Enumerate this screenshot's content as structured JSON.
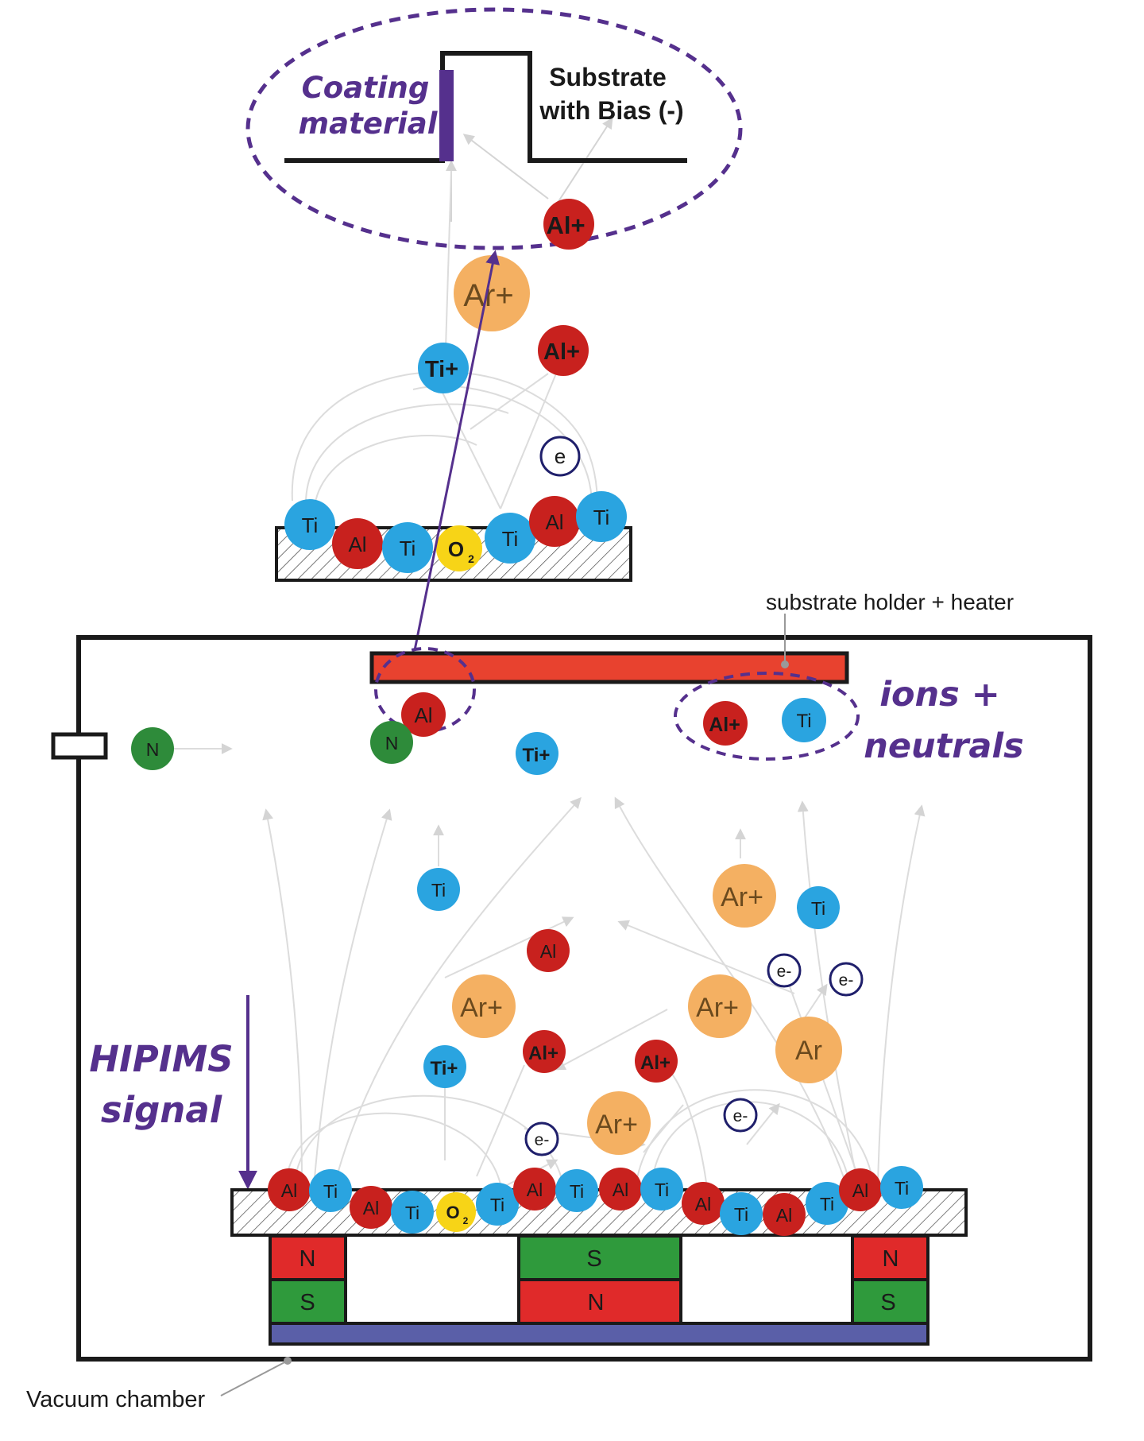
{
  "labels": {
    "coating_material_line1": "Coating",
    "coating_material_line2": "material",
    "substrate_line1": "Substrate",
    "substrate_line2": "with Bias (-)",
    "substrate_holder": "substrate holder + heater",
    "ions_line1": "ions +",
    "ions_line2": "neutrals",
    "hipims_line1": "HIPIMS",
    "hipims_line2": "signal",
    "vacuum_chamber": "Vacuum chamber"
  },
  "colors": {
    "accent_purple": "#55308d",
    "al_red": "#c8211e",
    "ti_blue": "#2aa4e0",
    "ar_orange": "#f4b062",
    "o2_yellow": "#f7d417",
    "n_green": "#2e8b3a",
    "magnet_red": "#e02a2a",
    "magnet_green": "#2f9a3c",
    "backing_blue": "#5a5fa8",
    "holder_red": "#e8422f"
  },
  "particles": {
    "al_plus": "Al+",
    "ar_plus": "Ar+",
    "ti_plus": "Ti+",
    "al": "Al",
    "ti": "Ti",
    "ar": "Ar",
    "e": "e",
    "e_minus": "e-",
    "n": "N",
    "o2": "O2"
  },
  "magnets": {
    "left_top": "N",
    "left_bottom": "S",
    "center_top": "S",
    "center_bottom": "N",
    "right_top": "N",
    "right_bottom": "S"
  }
}
